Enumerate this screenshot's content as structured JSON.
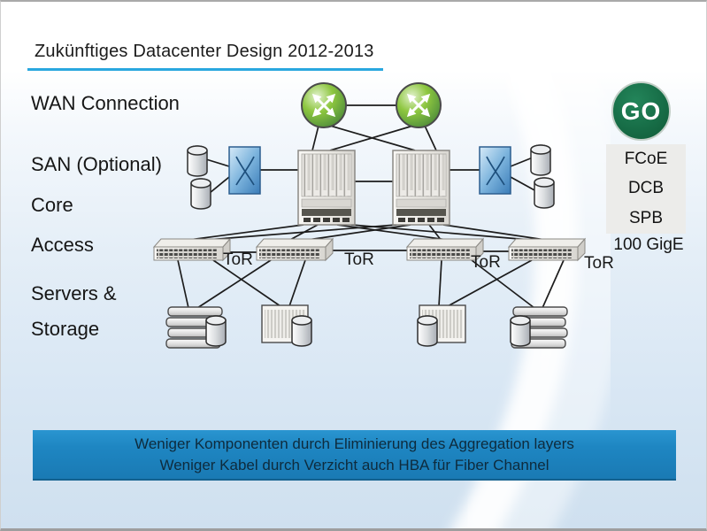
{
  "title": "Zukünftiges Datacenter Design 2012-2013",
  "layer_labels": [
    {
      "text": "WAN Connection"
    },
    {
      "text": "SAN (Optional)"
    },
    {
      "text": "Core"
    },
    {
      "text": "Access"
    },
    {
      "text": "Servers &"
    },
    {
      "text": "Storage"
    }
  ],
  "tor_labels": [
    "ToR",
    "ToR",
    "ToR",
    "ToR"
  ],
  "go_badge": {
    "label": "GO"
  },
  "tech_panel": {
    "items": [
      "FCoE",
      "DCB",
      "SPB"
    ],
    "footnote": "100 GigE"
  },
  "banner": {
    "line1": "Weniger Komponenten durch Eliminierung des Aggregation layers",
    "line2": "Weniger Kabel durch Verzicht auch HBA für Fiber Channel"
  },
  "colors": {
    "title_underline": "#2aa7df",
    "banner_bg": "#1e86c2",
    "banner_text": "#0e2b3d",
    "go_green": "#166b45",
    "router_green": "#6ab04c",
    "san_switch_blue": "#3a7cb8",
    "line_color": "#1c1c1c",
    "background_blue": "#d8e6f3"
  }
}
